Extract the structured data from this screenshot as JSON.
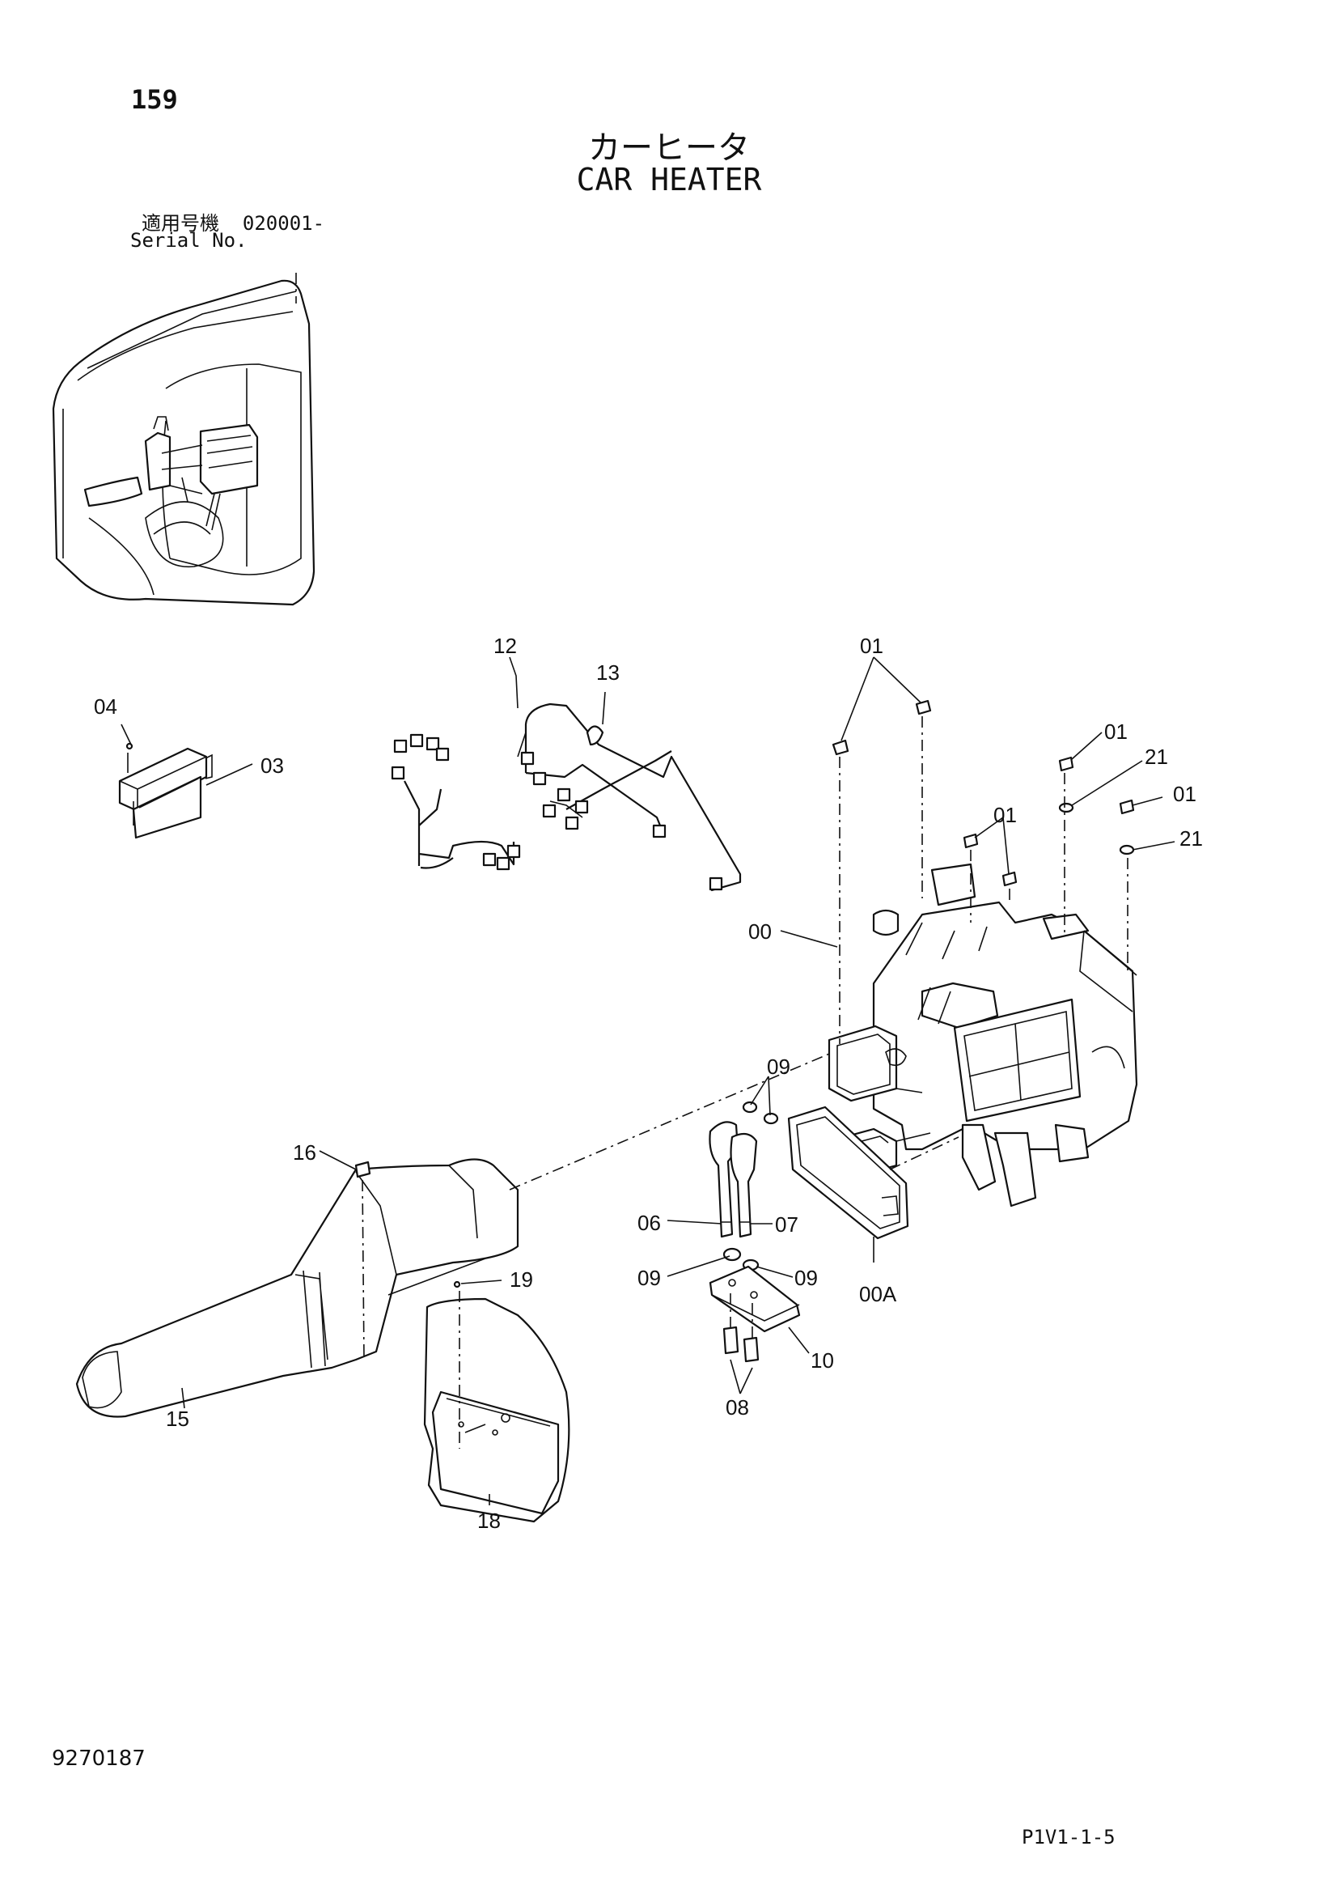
{
  "header": {
    "page_number": "159",
    "title_jp": "カーヒータ",
    "title_en": "CAR HEATER",
    "serial_label_jp": "適用号機",
    "serial_value": "020001-",
    "serial_label_en": "Serial No."
  },
  "callouts": [
    {
      "id": "c04",
      "label": "04"
    },
    {
      "id": "c03",
      "label": "03"
    },
    {
      "id": "c12",
      "label": "12"
    },
    {
      "id": "c13",
      "label": "13"
    },
    {
      "id": "c01a",
      "label": "01"
    },
    {
      "id": "c01b",
      "label": "01"
    },
    {
      "id": "c21a",
      "label": "21"
    },
    {
      "id": "c01c",
      "label": "01"
    },
    {
      "id": "c01d",
      "label": "01"
    },
    {
      "id": "c21b",
      "label": "21"
    },
    {
      "id": "c00",
      "label": "00"
    },
    {
      "id": "c09a",
      "label": "09"
    },
    {
      "id": "c16",
      "label": "16"
    },
    {
      "id": "c06",
      "label": "06"
    },
    {
      "id": "c07",
      "label": "07"
    },
    {
      "id": "c09b",
      "label": "09"
    },
    {
      "id": "c09c",
      "label": "09"
    },
    {
      "id": "c00A",
      "label": "00A"
    },
    {
      "id": "c19",
      "label": "19"
    },
    {
      "id": "c10",
      "label": "10"
    },
    {
      "id": "c15",
      "label": "15"
    },
    {
      "id": "c08",
      "label": "08"
    },
    {
      "id": "c18",
      "label": "18"
    }
  ],
  "footer": {
    "document_number": "9270187",
    "page_reference": "P1V1-1-5"
  }
}
